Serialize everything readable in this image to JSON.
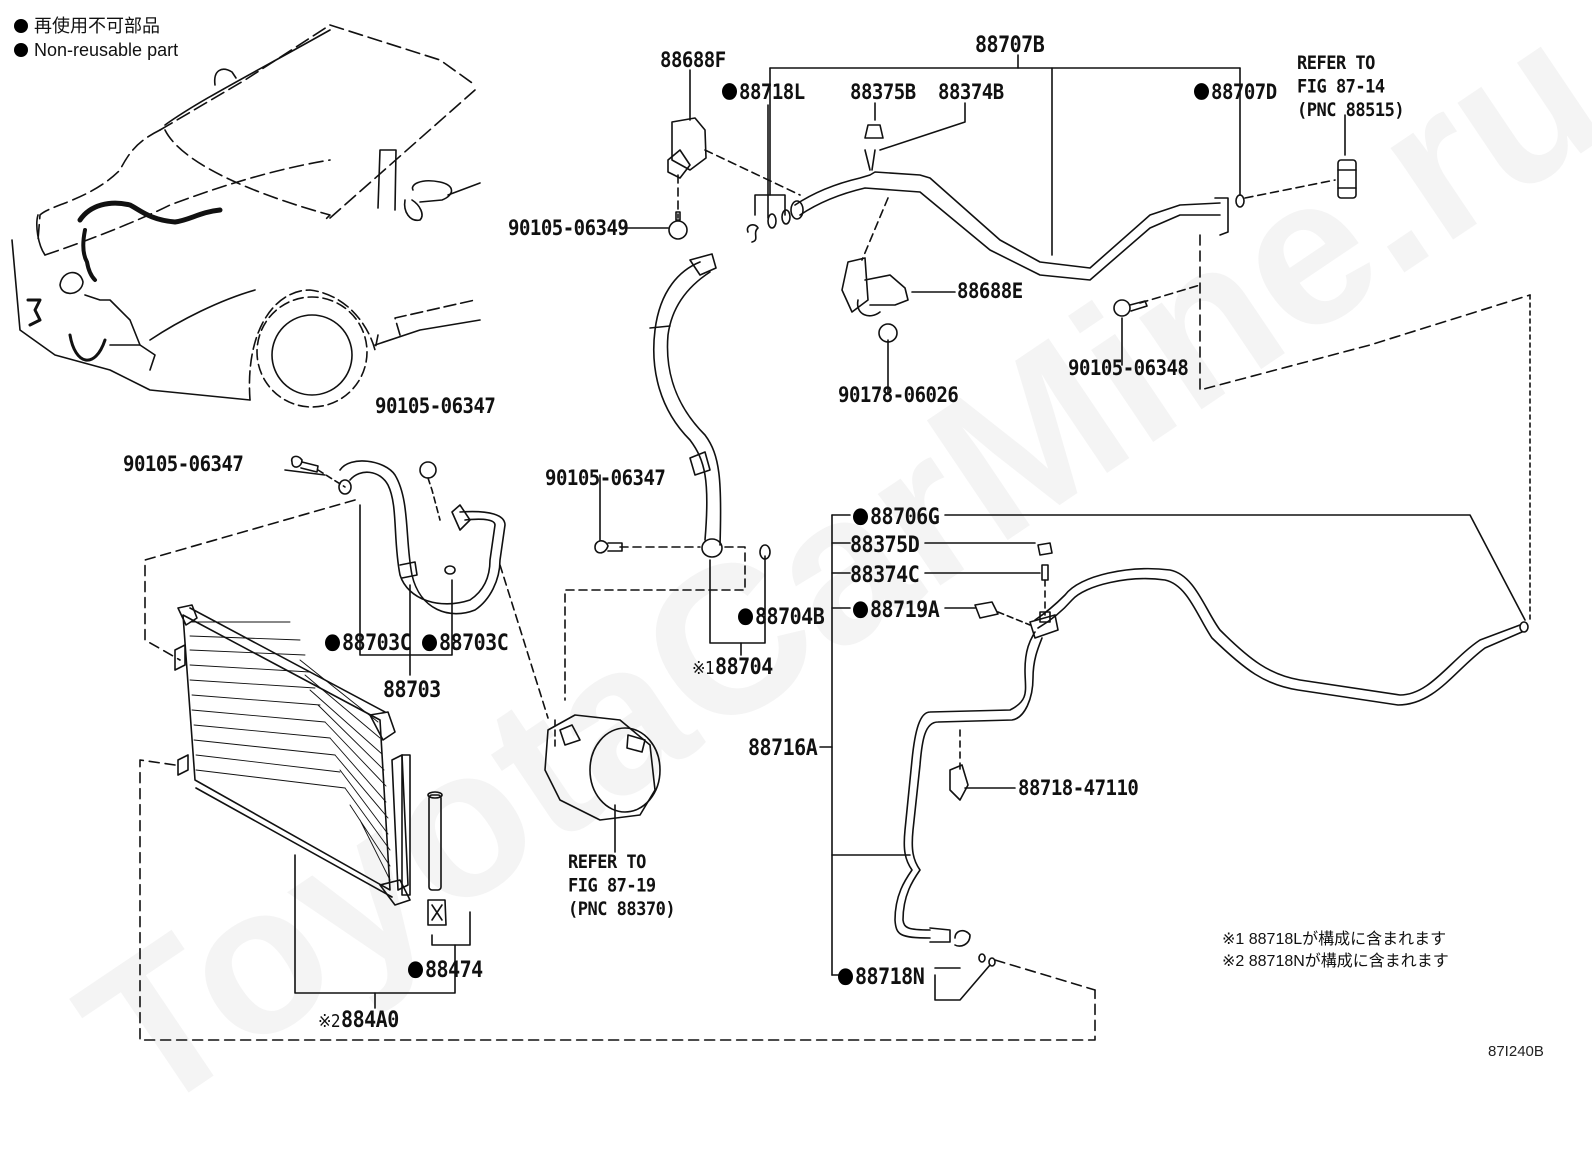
{
  "legend": {
    "items": [
      {
        "icon": "filled-circle",
        "text": "再使用不可部品"
      },
      {
        "icon": "filled-circle",
        "text": "Non-reusable part"
      }
    ]
  },
  "watermark": "ToyotaCarMine.ru",
  "figure_id": "87I240B",
  "notes": [
    "※1 88718Lが構成に含まれます",
    "※2 88718Nが構成に含まれます"
  ],
  "parts": {
    "p88688F": {
      "number": "88688F",
      "non_reusable": false
    },
    "p88707B": {
      "number": "88707B",
      "non_reusable": false
    },
    "p88718L": {
      "number": "88718L",
      "non_reusable": true
    },
    "p88375B": {
      "number": "88375B",
      "non_reusable": false
    },
    "p88374B": {
      "number": "88374B",
      "non_reusable": false
    },
    "p88707D": {
      "number": "88707D",
      "non_reusable": true
    },
    "p90105_06349": {
      "number": "90105-06349",
      "non_reusable": false
    },
    "p88688E": {
      "number": "88688E",
      "non_reusable": false
    },
    "p90178_06026": {
      "number": "90178-06026",
      "non_reusable": false
    },
    "p90105_06348": {
      "number": "90105-06348",
      "non_reusable": false
    },
    "p90105_06347_a": {
      "number": "90105-06347",
      "non_reusable": false
    },
    "p90105_06347_b": {
      "number": "90105-06347",
      "non_reusable": false
    },
    "p90105_06347_c": {
      "number": "90105-06347",
      "non_reusable": false
    },
    "p88703C_a": {
      "number": "88703C",
      "non_reusable": true
    },
    "p88703C_b": {
      "number": "88703C",
      "non_reusable": true
    },
    "p88703": {
      "number": "88703",
      "non_reusable": false
    },
    "p88704B": {
      "number": "88704B",
      "non_reusable": true
    },
    "p88704": {
      "number": "88704",
      "prefix": "※1",
      "non_reusable": false
    },
    "p88706G": {
      "number": "88706G",
      "non_reusable": true
    },
    "p88375D": {
      "number": "88375D",
      "non_reusable": false
    },
    "p88374C": {
      "number": "88374C",
      "non_reusable": false
    },
    "p88719A": {
      "number": "88719A",
      "non_reusable": true
    },
    "p88716A": {
      "number": "88716A",
      "non_reusable": false
    },
    "p88718_47110": {
      "number": "88718-47110",
      "non_reusable": false
    },
    "p88718N": {
      "number": "88718N",
      "non_reusable": true
    },
    "p88474": {
      "number": "88474",
      "non_reusable": true
    },
    "p884A0": {
      "number": "884A0",
      "prefix": "※2",
      "non_reusable": false
    }
  },
  "references": {
    "ref_fig_87_14": "REFER TO\nFIG 87-14\n(PNC 88515)",
    "ref_fig_87_19": "REFER TO\nFIG 87-19\n(PNC 88370)"
  },
  "colors": {
    "ink": "#111111",
    "background": "#ffffff",
    "watermark": "#f1f1f1"
  }
}
